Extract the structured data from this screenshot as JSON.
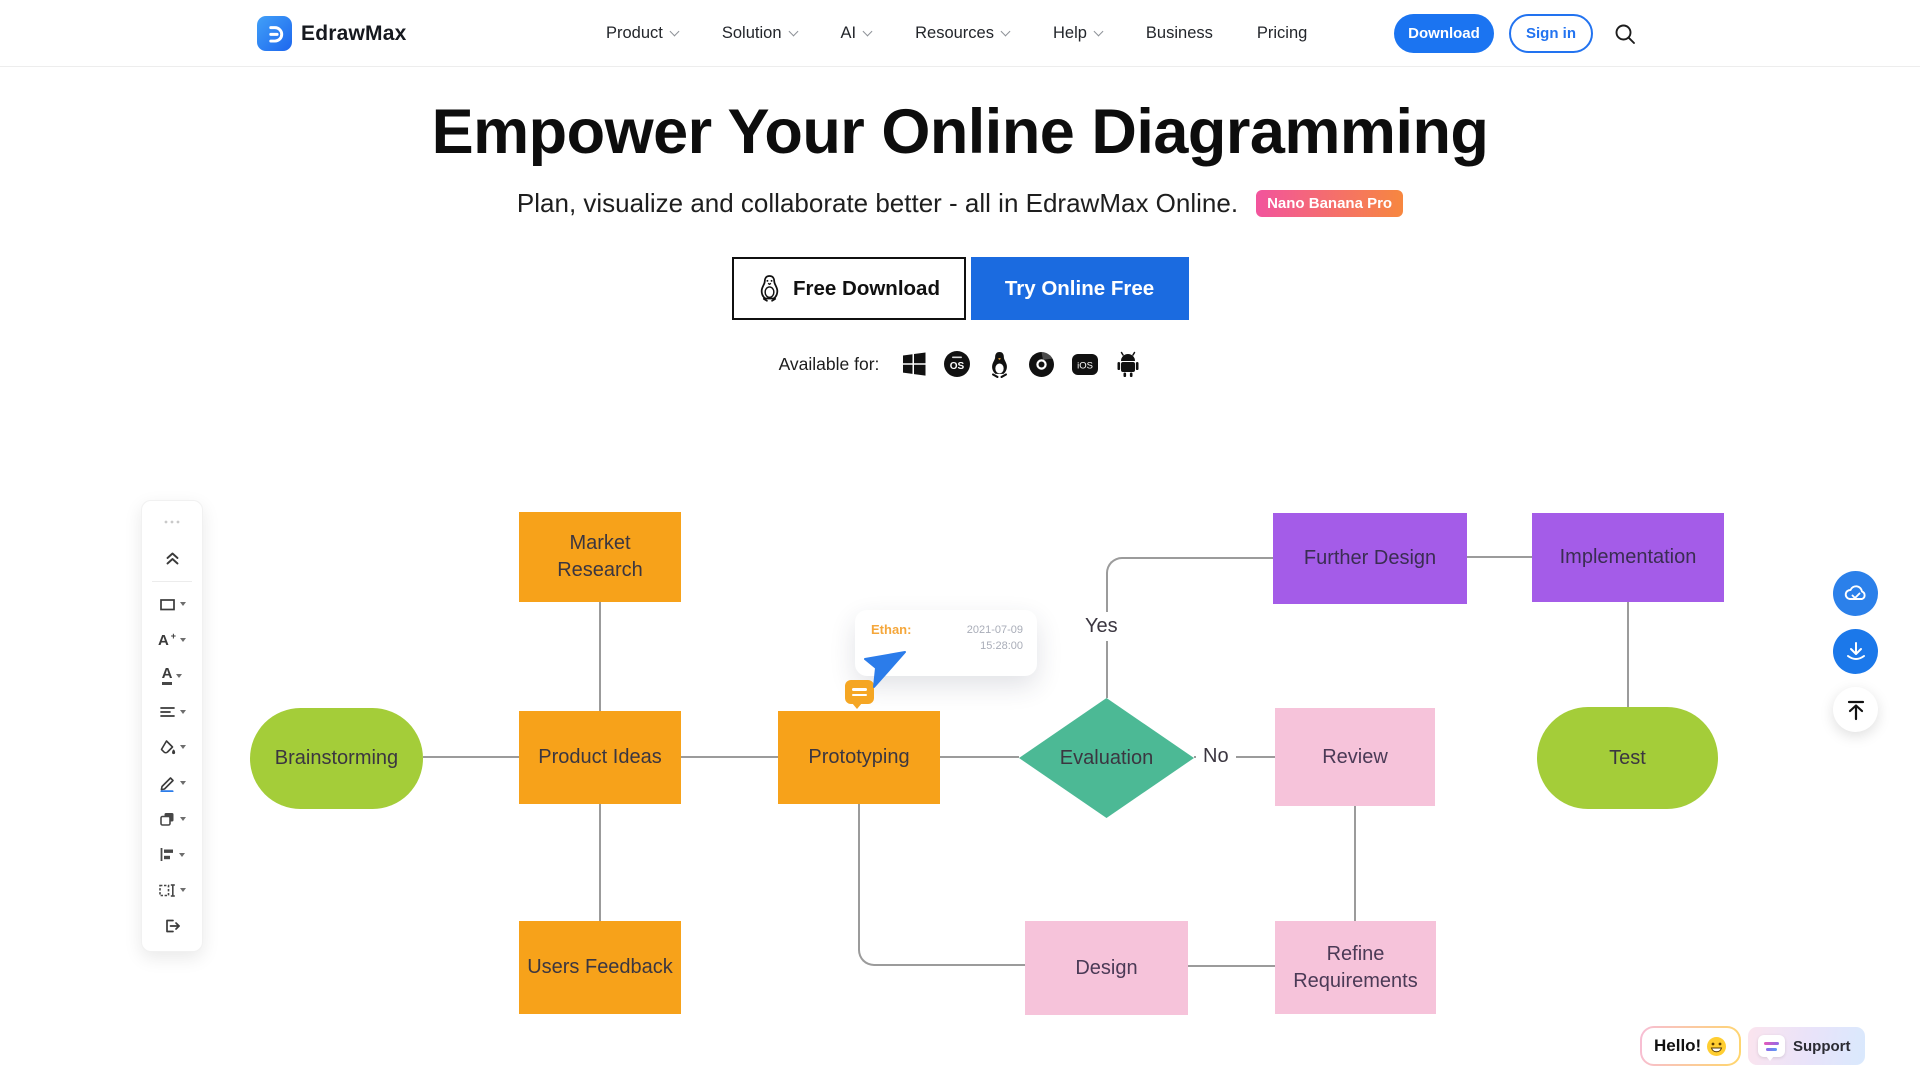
{
  "header": {
    "brand": "EdrawMax",
    "nav": [
      {
        "label": "Product",
        "dropdown": true
      },
      {
        "label": "Solution",
        "dropdown": true
      },
      {
        "label": "AI",
        "dropdown": true
      },
      {
        "label": "Resources",
        "dropdown": true
      },
      {
        "label": "Help",
        "dropdown": true
      },
      {
        "label": "Business",
        "dropdown": false
      },
      {
        "label": "Pricing",
        "dropdown": false
      }
    ],
    "download_label": "Download",
    "signin_label": "Sign in",
    "search_icon": "magnifier"
  },
  "hero": {
    "title": "Empower Your Online Diagramming",
    "subtitle": "Plan, visualize and collaborate better - all in EdrawMax Online.",
    "badge": "Nano Banana Pro",
    "free_download_label": "Free Download",
    "free_download_icon": "linux-penguin",
    "try_online_label": "Try Online Free",
    "available_for": "Available for:",
    "platforms": [
      "windows-icon",
      "macos-icon",
      "linux-icon",
      "chrome-icon",
      "ios-icon",
      "android-icon"
    ],
    "macos_icon_text": "OS",
    "ios_icon_text": "iOS"
  },
  "toolbar": {
    "icons": [
      {
        "name": "more",
        "dropdown": false
      },
      {
        "name": "collapse",
        "dropdown": false
      },
      {
        "name": "shape",
        "dropdown": true
      },
      {
        "name": "font-size",
        "dropdown": true
      },
      {
        "name": "font-color",
        "dropdown": true
      },
      {
        "name": "text-align",
        "dropdown": true
      },
      {
        "name": "fill-color",
        "dropdown": true
      },
      {
        "name": "pen",
        "dropdown": true
      },
      {
        "name": "copy-style",
        "dropdown": true
      },
      {
        "name": "align",
        "dropdown": true
      },
      {
        "name": "distribute",
        "dropdown": true
      },
      {
        "name": "export",
        "dropdown": false
      }
    ],
    "font_size_glyph": "A",
    "font_color_glyph": "A"
  },
  "flowchart": {
    "nodes": [
      {
        "id": "brainstorming",
        "label": "Brainstorming",
        "shape": "terminator",
        "color": "#a4cd39"
      },
      {
        "id": "market-research",
        "label": "Market Research",
        "shape": "process",
        "color": "#f7a21a"
      },
      {
        "id": "product-ideas",
        "label": "Product Ideas",
        "shape": "process",
        "color": "#f7a21a"
      },
      {
        "id": "prototyping",
        "label": "Prototyping",
        "shape": "process",
        "color": "#f7a21a"
      },
      {
        "id": "evaluation",
        "label": "Evaluation",
        "shape": "decision",
        "color": "#4cb995"
      },
      {
        "id": "further-design",
        "label": "Further Design",
        "shape": "process",
        "color": "#a45ce8"
      },
      {
        "id": "implementation",
        "label": "Implementation",
        "shape": "process",
        "color": "#a45ce8"
      },
      {
        "id": "review",
        "label": "Review",
        "shape": "process",
        "color": "#f6c3da"
      },
      {
        "id": "test",
        "label": "Test",
        "shape": "terminator",
        "color": "#a4cd39"
      },
      {
        "id": "users-feedback",
        "label": "Users Feedback",
        "shape": "process",
        "color": "#f7a21a"
      },
      {
        "id": "design",
        "label": "Design",
        "shape": "process",
        "color": "#f6c3da"
      },
      {
        "id": "refine-requirements",
        "label": "Refine Requirements",
        "shape": "process",
        "color": "#f6c3da"
      }
    ],
    "edge_labels": {
      "yes": "Yes",
      "no": "No"
    },
    "connections": [
      "Brainstorming->Product Ideas",
      "Market Research->Product Ideas",
      "Product Ideas->Prototyping",
      "Product Ideas->Users Feedback",
      "Prototyping->Evaluation",
      "Evaluation->Further Design (Yes)",
      "Evaluation->Review (No)",
      "Further Design->Implementation",
      "Implementation->Test",
      "Review->Refine Requirements",
      "Prototyping->Design",
      "Design->Refine Requirements"
    ],
    "connector_color": "#9b9b9b"
  },
  "comment_card": {
    "author": "Ethan:",
    "date": "2021-07-09",
    "time": "15:28:00",
    "pin_icon": "comment-bubble",
    "cursor_icon": "collaborator-cursor"
  },
  "floating_buttons": [
    "cloud-sync",
    "download",
    "back-to-top"
  ],
  "chat": {
    "hello_label": "Hello!",
    "hello_emoji": "😀",
    "support_label": "Support"
  },
  "colors": {
    "accent_blue": "#1b74f1",
    "cta_blue": "#1b6be0",
    "badge_gradient": [
      "#f2549d",
      "#f7873f"
    ],
    "node_orange": "#f7a21a",
    "node_green": "#a4cd39",
    "node_teal": "#4cb995",
    "node_purple": "#a45ce8",
    "node_pink": "#f6c3da",
    "comment_orange": "#f5a623"
  }
}
